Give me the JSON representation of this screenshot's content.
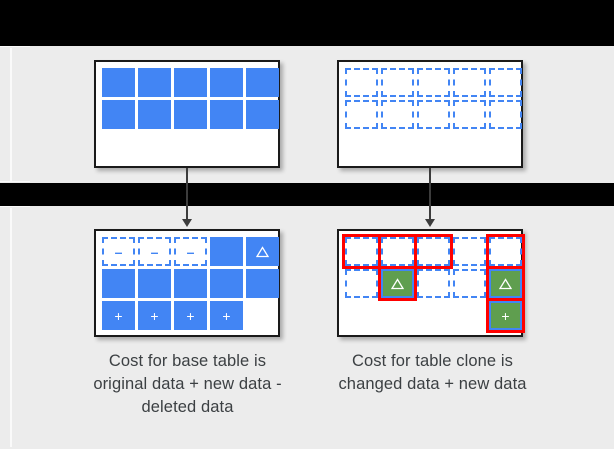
{
  "figure": {
    "title_bar_color": "#000000",
    "background_color": "#ececec",
    "accent_blue": "#4285f4",
    "accent_green": "#5f9e4f",
    "highlight_red": "#ff0000"
  },
  "tables": {
    "base_original": {
      "name": "base-table-original",
      "rows": 2,
      "cols": 5,
      "cells": [
        {
          "style": "solid",
          "glyph": ""
        },
        {
          "style": "solid",
          "glyph": ""
        },
        {
          "style": "solid",
          "glyph": ""
        },
        {
          "style": "solid",
          "glyph": ""
        },
        {
          "style": "solid",
          "glyph": ""
        },
        {
          "style": "solid",
          "glyph": ""
        },
        {
          "style": "solid",
          "glyph": ""
        },
        {
          "style": "solid",
          "glyph": ""
        },
        {
          "style": "solid",
          "glyph": ""
        },
        {
          "style": "solid",
          "glyph": ""
        }
      ]
    },
    "clone_original": {
      "name": "table-clone-original",
      "rows": 2,
      "cols": 5,
      "cells": [
        {
          "style": "dashed",
          "glyph": ""
        },
        {
          "style": "dashed",
          "glyph": ""
        },
        {
          "style": "dashed",
          "glyph": ""
        },
        {
          "style": "dashed",
          "glyph": ""
        },
        {
          "style": "dashed",
          "glyph": ""
        },
        {
          "style": "dashed",
          "glyph": ""
        },
        {
          "style": "dashed",
          "glyph": ""
        },
        {
          "style": "dashed",
          "glyph": ""
        },
        {
          "style": "dashed",
          "glyph": ""
        },
        {
          "style": "dashed",
          "glyph": ""
        }
      ]
    },
    "base_after": {
      "name": "base-table-after",
      "rows": 3,
      "cols": 5,
      "cells": [
        {
          "style": "dashed",
          "glyph": "minus"
        },
        {
          "style": "dashed",
          "glyph": "minus"
        },
        {
          "style": "dashed",
          "glyph": "minus"
        },
        {
          "style": "solid",
          "glyph": ""
        },
        {
          "style": "solid",
          "glyph": "triangle"
        },
        {
          "style": "solid",
          "glyph": ""
        },
        {
          "style": "solid",
          "glyph": ""
        },
        {
          "style": "solid",
          "glyph": ""
        },
        {
          "style": "solid",
          "glyph": ""
        },
        {
          "style": "solid",
          "glyph": ""
        },
        {
          "style": "solid",
          "glyph": "plus"
        },
        {
          "style": "solid",
          "glyph": "plus"
        },
        {
          "style": "solid",
          "glyph": "plus"
        },
        {
          "style": "solid",
          "glyph": "plus"
        },
        {
          "style": "empty",
          "glyph": ""
        }
      ]
    },
    "clone_after": {
      "name": "table-clone-after",
      "rows": 3,
      "cols": 5,
      "cells": [
        {
          "style": "dashed",
          "glyph": "",
          "highlight": true
        },
        {
          "style": "dashed",
          "glyph": "",
          "highlight": true
        },
        {
          "style": "dashed",
          "glyph": "",
          "highlight": true
        },
        {
          "style": "dashed",
          "glyph": "",
          "highlight": false
        },
        {
          "style": "dashed",
          "glyph": "",
          "highlight": true
        },
        {
          "style": "dashed",
          "glyph": "",
          "highlight": false
        },
        {
          "style": "green",
          "glyph": "triangle",
          "highlight": true
        },
        {
          "style": "dashed",
          "glyph": "",
          "highlight": false
        },
        {
          "style": "dashed",
          "glyph": "",
          "highlight": false
        },
        {
          "style": "green",
          "glyph": "triangle",
          "highlight": true
        },
        {
          "style": "empty",
          "glyph": "",
          "highlight": false
        },
        {
          "style": "empty",
          "glyph": "",
          "highlight": false
        },
        {
          "style": "empty",
          "glyph": "",
          "highlight": false
        },
        {
          "style": "empty",
          "glyph": "",
          "highlight": false
        },
        {
          "style": "green",
          "glyph": "plus",
          "highlight": true
        }
      ]
    }
  },
  "glyphs": {
    "minus": "–",
    "plus": "+",
    "triangle": "△"
  },
  "captions": {
    "left": "Cost for base table is original data + new data - deleted data",
    "right": "Cost for table clone is changed data + new data"
  },
  "arrows": {
    "left_label": "base-table-flow-arrow",
    "right_label": "table-clone-flow-arrow"
  }
}
